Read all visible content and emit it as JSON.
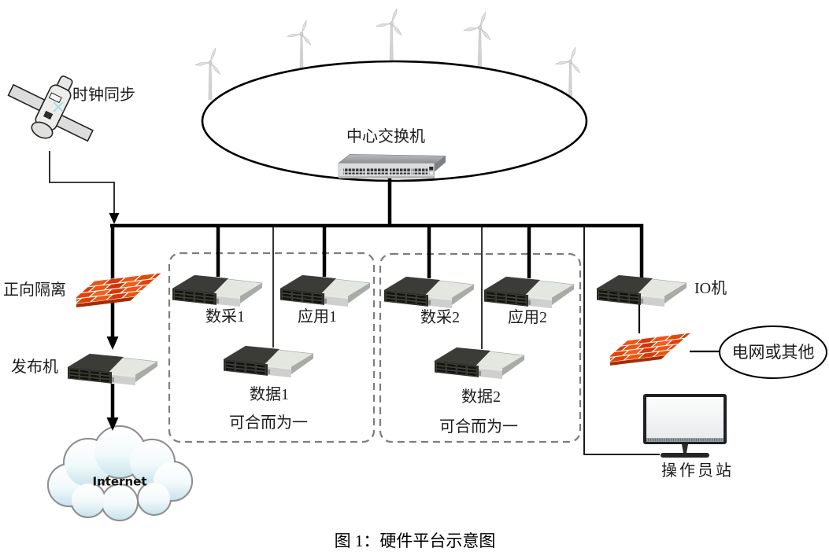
{
  "caption": "图 1：硬件平台示意图",
  "nodes": {
    "clock_sync": "时钟同步",
    "central_switch": "中心交换机",
    "forward_isolation": "正向隔离",
    "publisher": "发布机",
    "internet": "Internet",
    "io_machine": "IO机",
    "power_grid": "电网或其他",
    "operator_station": "操作员站"
  },
  "group1": {
    "daq": "数采1",
    "app": "应用1",
    "db": "数据1",
    "note": "可合而为一"
  },
  "group2": {
    "daq": "数采2",
    "app": "应用2",
    "db": "数据2",
    "note": "可合而为一"
  },
  "icons": [
    "satellite-icon",
    "wind-turbine-icon",
    "network-switch-icon",
    "server-icon",
    "firewall-icon",
    "cloud-icon",
    "monitor-icon"
  ],
  "colors": {
    "line": "#000000",
    "dashed_box": "#7d7d7d",
    "firewall_brick": "#e8490f",
    "cloud_tint": "#cfe6ee"
  }
}
